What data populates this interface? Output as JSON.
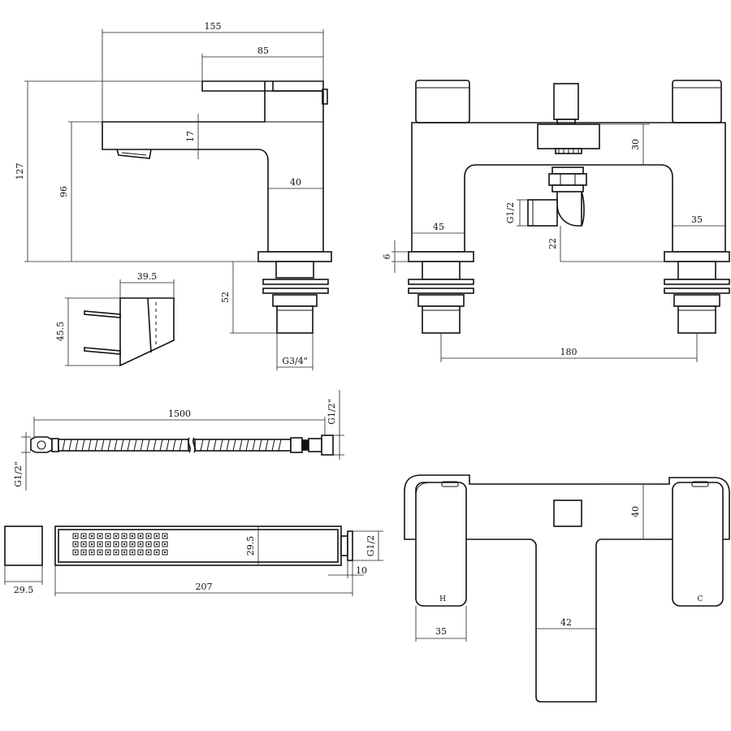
{
  "dimensions": {
    "basin_width": "155",
    "basin_lever": "85",
    "basin_height": "127",
    "basin_spout_height": "96",
    "basin_spout_thickness": "17",
    "basin_body_width": "40",
    "basin_tail_length": "52",
    "basin_thread": "G3/4\"",
    "handle_width": "39.5",
    "handle_height": "45.5",
    "bath_spout_depth": "30",
    "bath_pillar_width_left": "45",
    "bath_pillar_width_right": "35",
    "bath_diverter_thread": "G1/2",
    "bath_flange": "6",
    "bath_outlet_height": "22",
    "bath_centres": "180",
    "hose_length": "1500",
    "hose_thread_right": "G1/2\"",
    "hose_thread_left": "G1/2\"",
    "shower_head_end": "29.5",
    "shower_head_width": "29.5",
    "shower_head_thread": "G1/2",
    "shower_head_length": "207",
    "shower_head_nut": "10",
    "top_depth": "40",
    "top_handle_width": "35",
    "top_spout_width": "42",
    "hot_mark": "H",
    "cold_mark": "C"
  }
}
